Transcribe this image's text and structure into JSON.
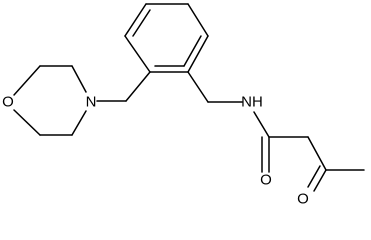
{
  "molecule": {
    "atoms": {
      "oxygen_morpholine": "O",
      "nitrogen_morpholine": "N",
      "nitrogen_amide": "NH",
      "oxygen_amide": "O",
      "oxygen_ketone": "O"
    },
    "colors": {
      "bond": "#000000",
      "label": "#000000",
      "background": "#ffffff"
    }
  }
}
